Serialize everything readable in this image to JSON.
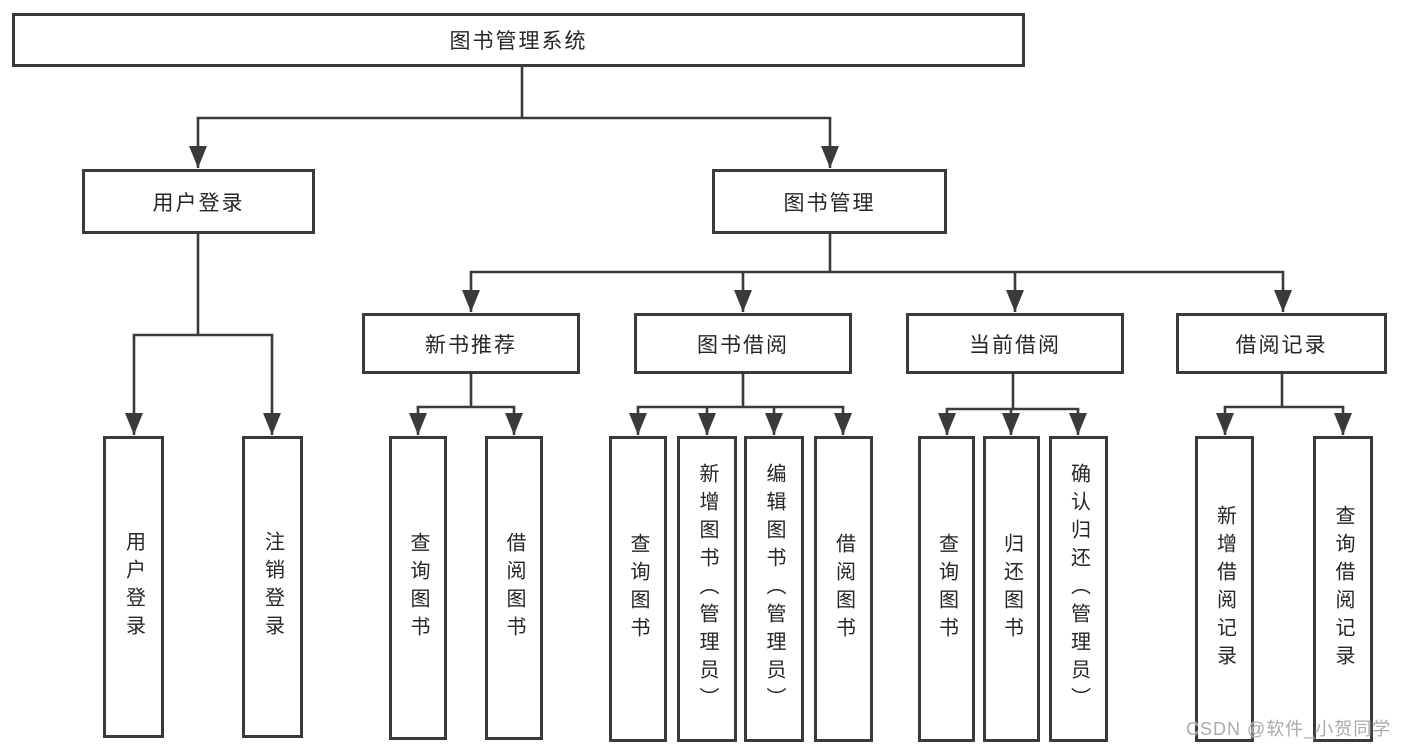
{
  "diagram": {
    "root": {
      "label": "图书管理系统"
    },
    "level2": [
      {
        "id": "user-login",
        "label": "用户登录"
      },
      {
        "id": "book-management",
        "label": "图书管理"
      }
    ],
    "level3": [
      {
        "id": "new-book-recommendation",
        "label": "新书推荐"
      },
      {
        "id": "book-borrowing",
        "label": "图书借阅"
      },
      {
        "id": "current-borrowing",
        "label": "当前借阅"
      },
      {
        "id": "borrowing-records",
        "label": "借阅记录"
      }
    ],
    "leaves": [
      {
        "parent": "user-login",
        "label": "用户登录"
      },
      {
        "parent": "user-login",
        "label": "注销登录"
      },
      {
        "parent": "new-book-recommendation",
        "label": "查询图书"
      },
      {
        "parent": "new-book-recommendation",
        "label": "借阅图书"
      },
      {
        "parent": "book-borrowing",
        "label": "查询图书"
      },
      {
        "parent": "book-borrowing",
        "label": "新增图书（管理员）"
      },
      {
        "parent": "book-borrowing",
        "label": "编辑图书（管理员）"
      },
      {
        "parent": "book-borrowing",
        "label": "借阅图书"
      },
      {
        "parent": "current-borrowing",
        "label": "查询图书"
      },
      {
        "parent": "current-borrowing",
        "label": "归还图书"
      },
      {
        "parent": "current-borrowing",
        "label": "确认归还（管理员）"
      },
      {
        "parent": "borrowing-records",
        "label": "新增借阅记录"
      },
      {
        "parent": "borrowing-records",
        "label": "查询借阅记录"
      }
    ]
  },
  "watermark": {
    "text": "CSDN @软件_小贺同学",
    "color": "#ababab"
  },
  "colors": {
    "line": "#3a3a3a",
    "border": "#3a3a3a",
    "text": "#262626",
    "background": "#ffffff"
  }
}
